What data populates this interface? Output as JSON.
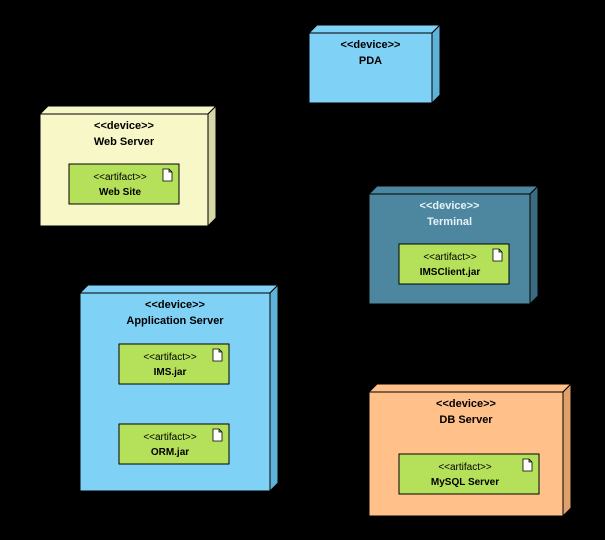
{
  "nodes": [
    {
      "id": "pda",
      "stereotype": "<<device>>",
      "name": "PDA",
      "fill": "#7fd1f5",
      "side": "#5fb3d9",
      "text_color": "#000000",
      "artifacts": []
    },
    {
      "id": "web",
      "stereotype": "<<device>>",
      "name": "Web Server",
      "fill": "#f7f7c7",
      "side": "#d6d6a6",
      "text_color": "#000000",
      "artifacts": [
        {
          "id": "website",
          "stereotype": "<<artifact>>",
          "name": "Web Site"
        }
      ]
    },
    {
      "id": "terminal",
      "stereotype": "<<device>>",
      "name": "Terminal",
      "fill": "#4d879f",
      "side": "#3b6b80",
      "text_color": "#e6f2f7",
      "artifacts": [
        {
          "id": "imsclient",
          "stereotype": "<<artifact>>",
          "name": "IMSClient.jar"
        }
      ]
    },
    {
      "id": "app",
      "stereotype": "<<device>>",
      "name": "Application Server",
      "fill": "#7fd1f5",
      "side": "#5fb3d9",
      "text_color": "#000000",
      "artifacts": [
        {
          "id": "ims",
          "stereotype": "<<artifact>>",
          "name": "IMS.jar"
        },
        {
          "id": "orm",
          "stereotype": "<<artifact>>",
          "name": "ORM.jar"
        }
      ]
    },
    {
      "id": "db",
      "stereotype": "<<device>>",
      "name": "DB Server",
      "fill": "#ffc08a",
      "side": "#e0a06a",
      "text_color": "#000000",
      "artifacts": [
        {
          "id": "mysql",
          "stereotype": "<<artifact>>",
          "name": "MySQL Server"
        }
      ]
    }
  ],
  "artifact_style": {
    "fill": "#b5e05a",
    "text_color": "#000000"
  },
  "connections": [
    {
      "from": "web",
      "to": "pda",
      "type": "association"
    },
    {
      "from": "web",
      "to": "app",
      "type": "association"
    },
    {
      "from": "app",
      "to": "terminal",
      "type": "association"
    },
    {
      "from": "app",
      "to": "db",
      "type": "association"
    },
    {
      "from": "ims",
      "to": "orm",
      "type": "dependency"
    }
  ],
  "colors": {
    "background": "#000000",
    "border": "#000000",
    "line": "#000000"
  }
}
